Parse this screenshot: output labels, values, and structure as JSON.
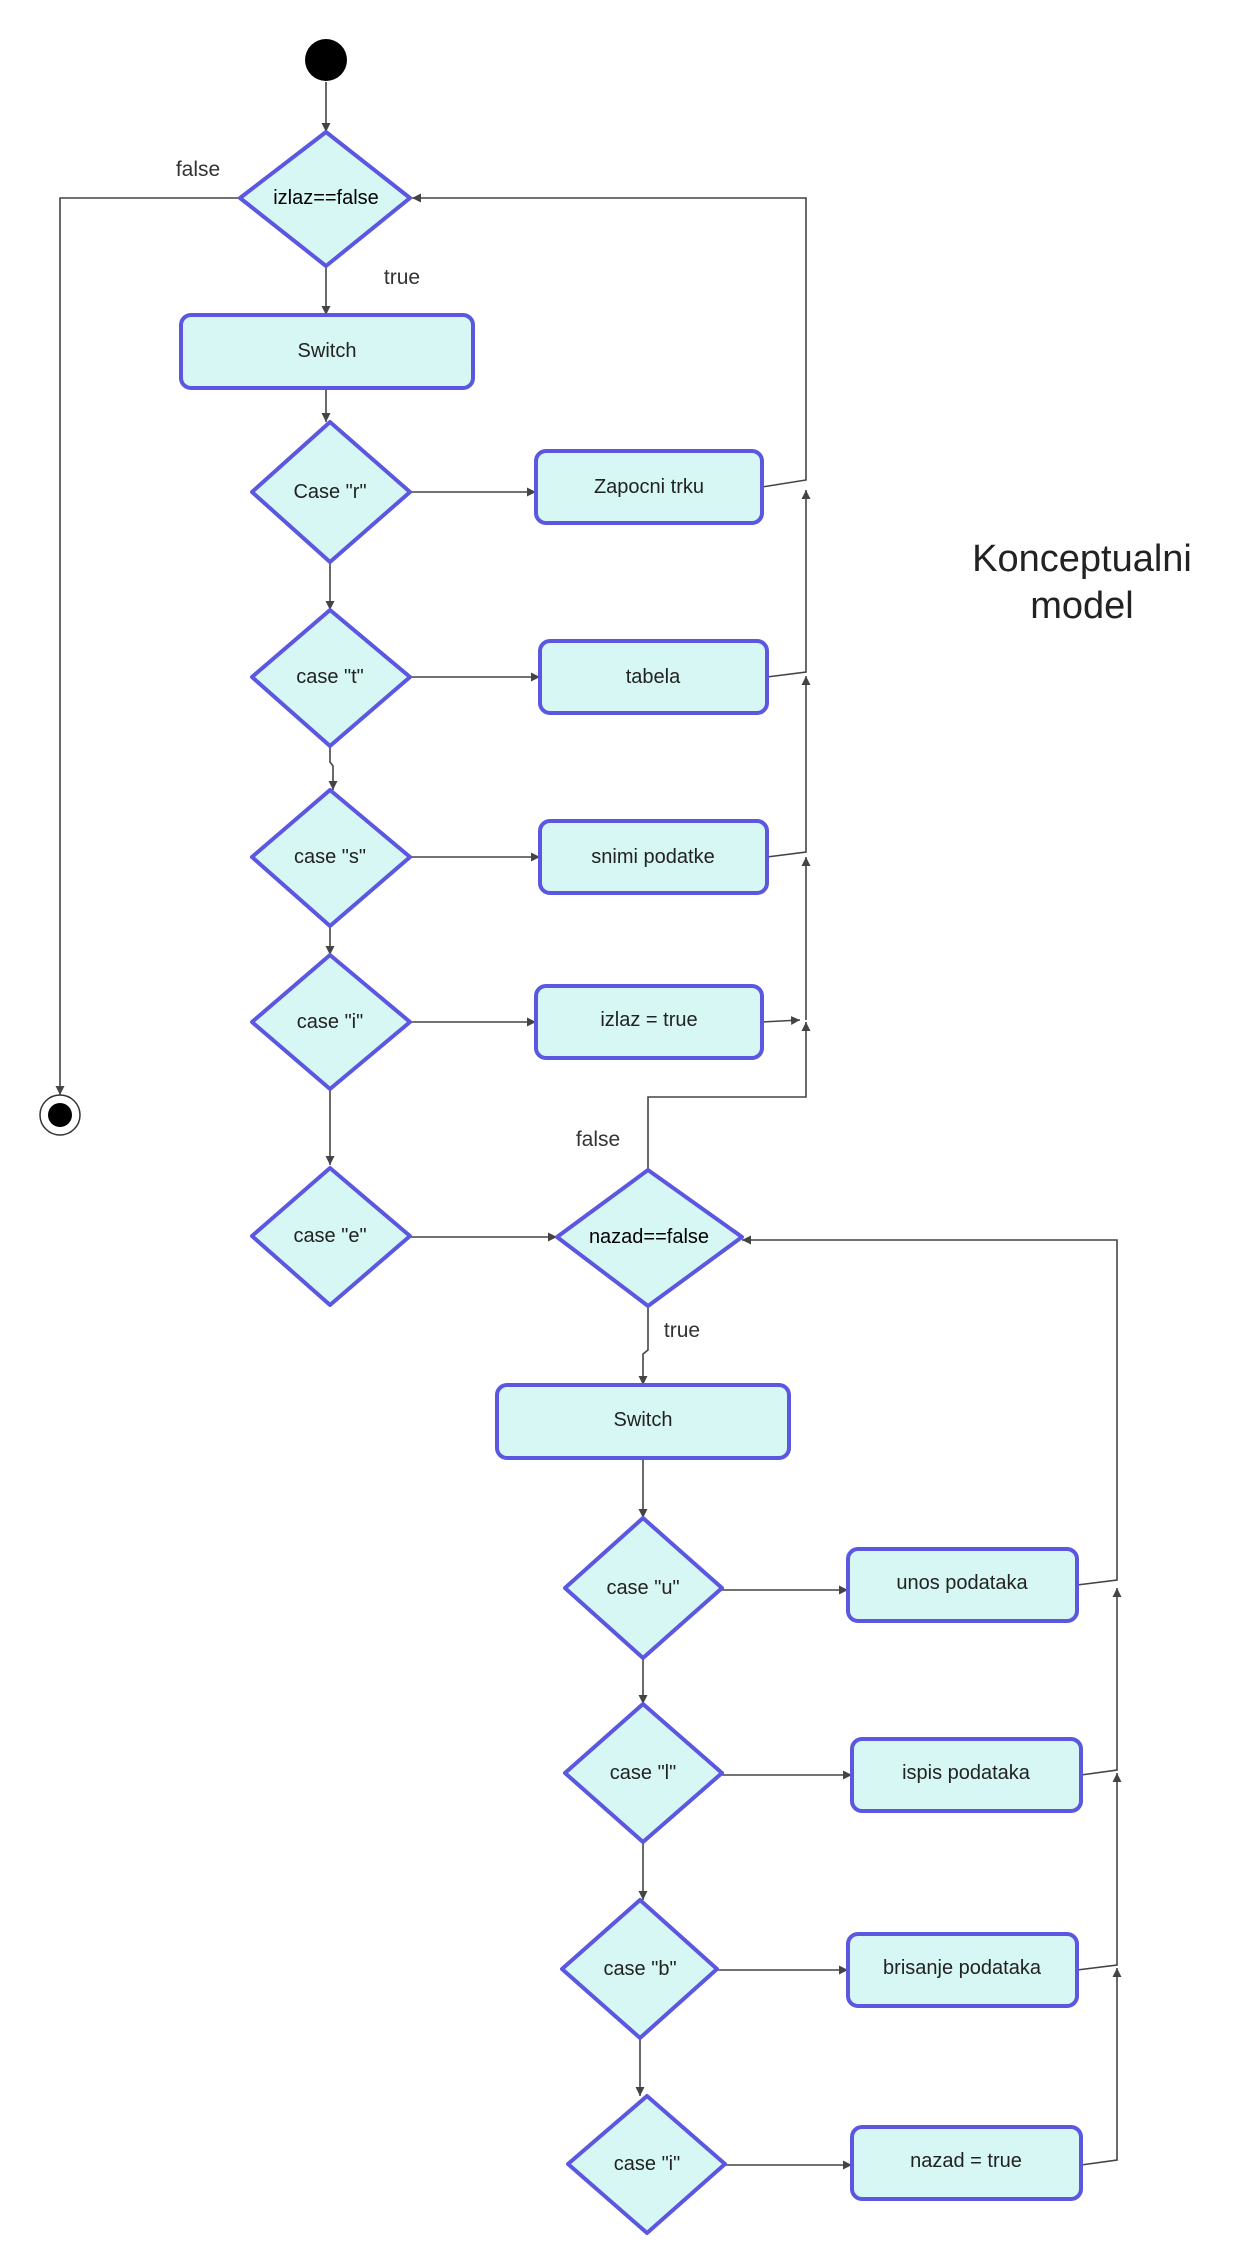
{
  "title_lines": [
    "Konceptualni",
    "model"
  ],
  "outer": {
    "loop_condition": "izlaz==false",
    "false_label": "false",
    "true_label": "true",
    "switch_label": "Switch",
    "cases": [
      {
        "case_label": "Case \"r\"",
        "action_label": "Zapocni trku"
      },
      {
        "case_label": "case \"t\"",
        "action_label": "tabela"
      },
      {
        "case_label": "case \"s\"",
        "action_label": "snimi podatke"
      },
      {
        "case_label": "case \"i\"",
        "action_label": "izlaz = true"
      },
      {
        "case_label": "case \"e\""
      }
    ]
  },
  "inner": {
    "loop_condition": "nazad==false",
    "false_label": "false",
    "true_label": "true",
    "switch_label": "Switch",
    "cases": [
      {
        "case_label": "case \"u\"",
        "action_label": "unos podataka"
      },
      {
        "case_label": "case \"l\"",
        "action_label": "ispis podataka"
      },
      {
        "case_label": "case \"b\"",
        "action_label": "brisanje podataka"
      },
      {
        "case_label": "case \"i\"",
        "action_label": "nazad = true"
      }
    ]
  },
  "colors": {
    "node_fill": "#d6f7f4",
    "node_stroke": "#5b57e0",
    "edge": "#444444"
  }
}
